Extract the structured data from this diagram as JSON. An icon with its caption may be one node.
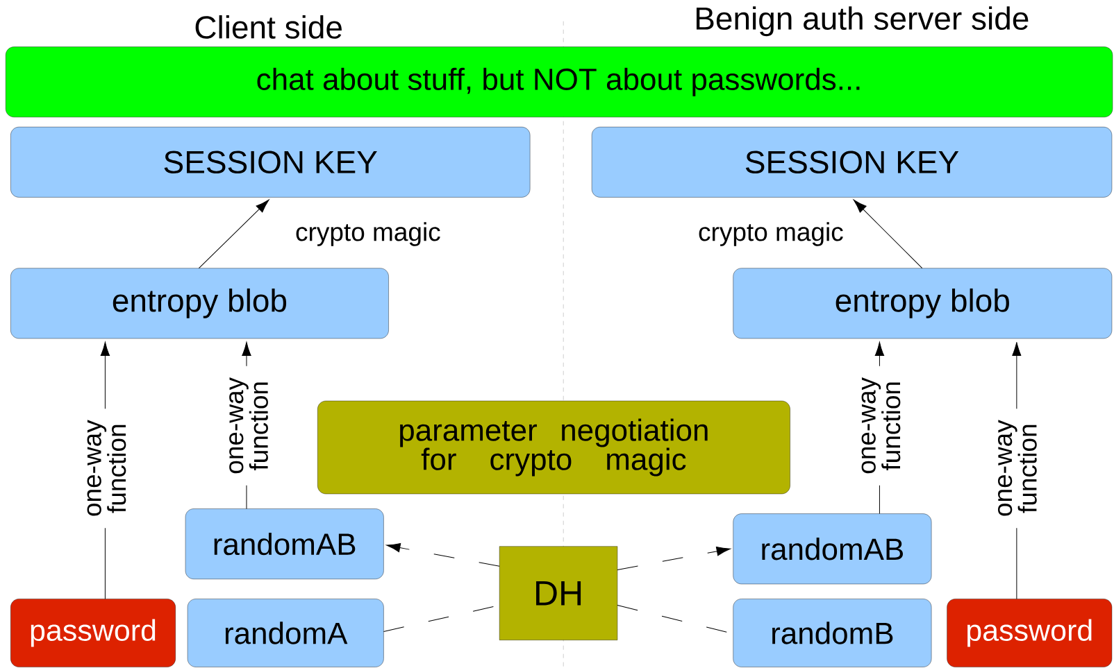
{
  "diagram": {
    "nodes": [
      {
        "text": [
          "chat about stuff, but NOT about passwords..."
        ]
      },
      {
        "text": [
          "SESSION KEY"
        ]
      },
      {
        "text": [
          "SESSION KEY"
        ]
      },
      {
        "text": [
          "entropy blob"
        ]
      },
      {
        "text": [
          "entropy blob"
        ]
      },
      {
        "text": [
          "parameter negotiation for crypto magic"
        ]
      },
      {
        "text": [
          "randomAB"
        ]
      },
      {
        "text": [
          "randomAB"
        ]
      },
      {
        "text": [
          "DH"
        ]
      },
      {
        "text": [
          "password"
        ]
      },
      {
        "text": [
          "randomA"
        ]
      },
      {
        "text": [
          "randomB"
        ]
      },
      {
        "text": [
          "password"
        ]
      }
    ],
    "edges": [
      {
        "from": 3,
        "to": 1,
        "arrow": "to",
        "label": "crypto magic"
      },
      {
        "from": 4,
        "to": 2,
        "arrow": "to",
        "label": "crypto magic"
      },
      {
        "from": 9,
        "to": 3,
        "arrow": "to",
        "label": "one-way function"
      },
      {
        "from": 6,
        "to": 3,
        "arrow": "to",
        "label": "one-way function"
      },
      {
        "from": 7,
        "to": 4,
        "arrow": "to",
        "label": "one-way function"
      },
      {
        "from": 12,
        "to": 4,
        "arrow": "to",
        "label": "one-way function"
      },
      {
        "from": 8,
        "to": 6,
        "arrow": "to",
        "style": "dashed"
      },
      {
        "from": 8,
        "to": 7,
        "arrow": "to",
        "style": "dashed"
      },
      {
        "from": 10,
        "to": 8,
        "arrow": "none",
        "style": "dashed"
      },
      {
        "from": 8,
        "to": 11,
        "arrow": "none",
        "style": "dashed"
      }
    ],
    "labels": [
      "Client side",
      "Benign auth server side"
    ]
  }
}
